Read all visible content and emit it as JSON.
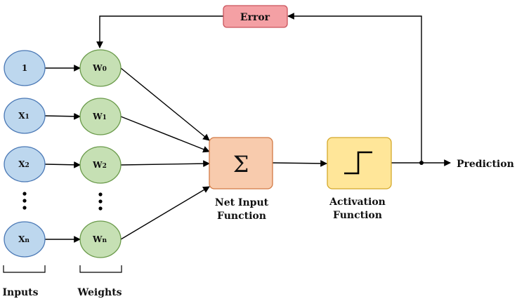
{
  "inputs": {
    "nodes": [
      {
        "main": "1",
        "sub": ""
      },
      {
        "main": "X",
        "sub": "1"
      },
      {
        "main": "X",
        "sub": "2"
      },
      {
        "main": "X",
        "sub": "n"
      }
    ],
    "label": "Inputs",
    "color": "#bdd7ee",
    "stroke": "#4a78b5"
  },
  "weights": {
    "nodes": [
      {
        "main": "W",
        "sub": "0"
      },
      {
        "main": "W",
        "sub": "1"
      },
      {
        "main": "W",
        "sub": "2"
      },
      {
        "main": "W",
        "sub": "n"
      }
    ],
    "label": "Weights",
    "color": "#c6e0b4",
    "stroke": "#6a9a4a"
  },
  "net_input": {
    "symbol": "Σ",
    "label_line1": "Net Input",
    "label_line2": "Function",
    "color": "#f8cbad",
    "stroke": "#d27a45"
  },
  "activation": {
    "icon": "step-function-icon",
    "label_line1": "Activation",
    "label_line2": "Function",
    "color": "#ffe699",
    "stroke": "#d4a82a"
  },
  "error": {
    "label": "Error",
    "color": "#f4a0a4",
    "stroke": "#c9545c"
  },
  "output": {
    "label": "Prediction"
  }
}
